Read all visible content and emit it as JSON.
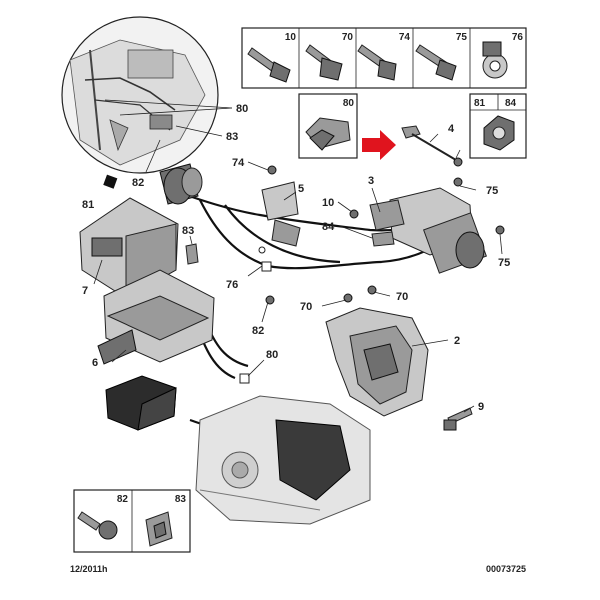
{
  "callouts": {
    "c80a": "80",
    "c83a": "83",
    "c82a": "82",
    "c81": "81",
    "c74": "74",
    "c5": "5",
    "c3": "3",
    "c4": "4",
    "c75a": "75",
    "c10": "10",
    "c84": "84",
    "c83b": "83",
    "c75b": "75",
    "c76": "76",
    "c7": "7",
    "c70a": "70",
    "c70b": "70",
    "c82b": "82",
    "c2": "2",
    "c6": "6",
    "c80b": "80",
    "c9": "9"
  },
  "fastener_table": {
    "top_row": [
      "10",
      "70",
      "74",
      "75",
      "76"
    ],
    "second_row_left": "80",
    "second_row_right": [
      "81",
      "84"
    ]
  },
  "bottom_table": [
    "82",
    "83"
  ],
  "footer": {
    "date": "12/2011h",
    "reference": "00073725"
  },
  "colors": {
    "arrow": "#e0141e",
    "line": "#222222"
  }
}
